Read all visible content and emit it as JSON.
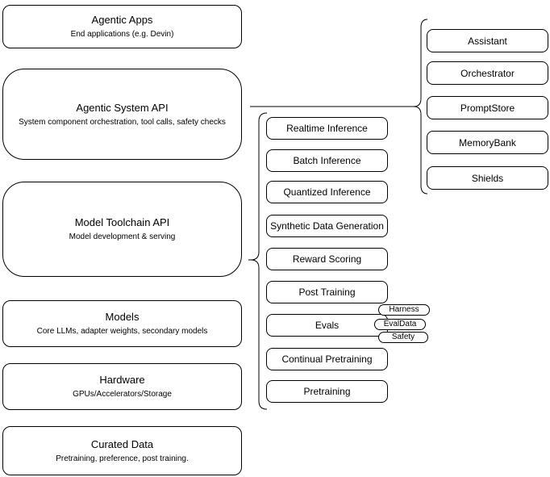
{
  "diagram": {
    "layers": [
      {
        "title": "Agentic Apps",
        "subtitle": "End applications (e.g. Devin)"
      },
      {
        "title": "Agentic System API",
        "subtitle": "System component orchestration, tool calls, safety checks"
      },
      {
        "title": "Model Toolchain API",
        "subtitle": "Model development & serving"
      },
      {
        "title": "Models",
        "subtitle": "Core LLMs, adapter weights, secondary models"
      },
      {
        "title": "Hardware",
        "subtitle": "GPUs/Accelerators/Storage"
      },
      {
        "title": "Curated Data",
        "subtitle": "Pretraining, preference, post training."
      }
    ],
    "toolchain_components": [
      {
        "label": "Realtime Inference"
      },
      {
        "label": "Batch Inference"
      },
      {
        "label": "Quantized Inference"
      },
      {
        "label": "Synthetic Data Generation"
      },
      {
        "label": "Reward Scoring"
      },
      {
        "label": "Post Training"
      },
      {
        "label": "Evals"
      },
      {
        "label": "Continual Pretraining"
      },
      {
        "label": "Pretraining"
      }
    ],
    "evals_tags": [
      {
        "label": "Harness"
      },
      {
        "label": "EvalData"
      },
      {
        "label": "Safety"
      }
    ],
    "system_components": [
      {
        "label": "Assistant"
      },
      {
        "label": "Orchestrator"
      },
      {
        "label": "PromptStore"
      },
      {
        "label": "MemoryBank"
      },
      {
        "label": "Shields"
      }
    ],
    "colors": {
      "stroke": "#000000",
      "background": "#ffffff",
      "text": "#000000"
    }
  }
}
